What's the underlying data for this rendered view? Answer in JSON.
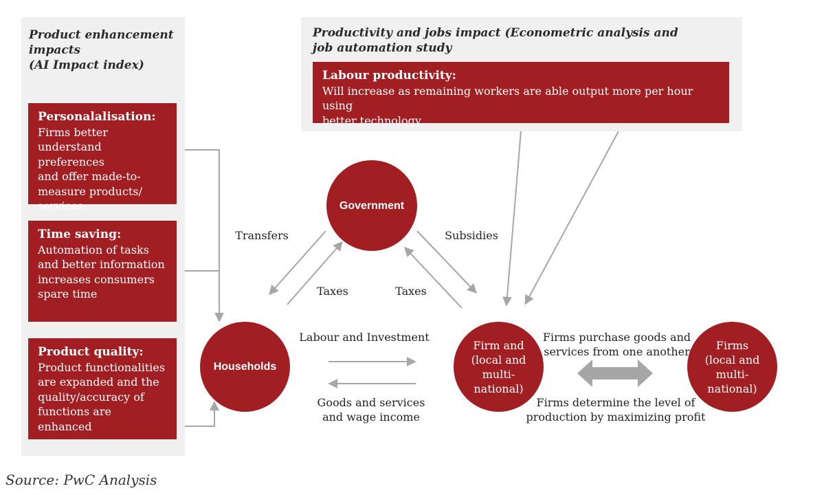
{
  "left_panel": {
    "title": "Product enhancement\nimpacts\n(AI Impact index)",
    "boxes": [
      {
        "title": "Personalalisation:",
        "text": "Firms better\nunderstand preferences\nand offer made-to-\nmeasure products/\nservices"
      },
      {
        "title": "Time saving:",
        "text": "Automation of tasks\nand better information\nincreases consumers\nspare time"
      },
      {
        "title": "Product quality:",
        "text": "Product functionalities\nare expanded and the\nquality/accuracy of\nfunctions are enhanced"
      }
    ]
  },
  "top_panel": {
    "title": "Productivity and jobs impact (Econometric analysis and\njob automation study",
    "box": {
      "title": "Labour productivity:",
      "text": "Will increase as remaining workers are able output more per hour using\nbetter technology"
    }
  },
  "nodes": {
    "government": "Government",
    "households": "Households",
    "firm": "Firm and\n(local and\nmulti-\nnational)",
    "firms": "Firms\n(local and\nmulti-\nnational)"
  },
  "labels": {
    "transfers": "Transfers",
    "taxes_left": "Taxes",
    "taxes_right": "Taxes",
    "subsidies": "Subsidies",
    "labour_investment": "Labour and Investment",
    "goods_services": "Goods and services\nand wage income",
    "firms_purchase": "Firms purchase goods and\nservices from one another",
    "firms_determine": "Firms determine the level of\nproduction by maximizing profit"
  },
  "source": "Source: PwC Analysis",
  "colors": {
    "accent": "#a11e22",
    "panel": "#f0f0f0",
    "arrow": "#a6a6a6"
  }
}
